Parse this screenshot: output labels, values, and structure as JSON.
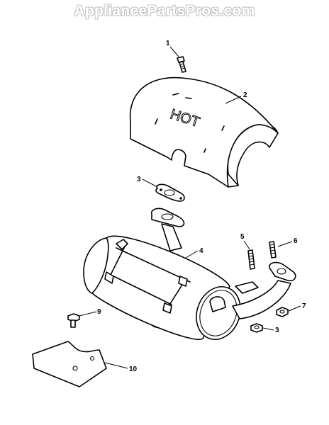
{
  "watermark": "AppliancePartsPros.com",
  "heat_shield_label": "HOT",
  "callouts": [
    {
      "id": "c1",
      "text": "1"
    },
    {
      "id": "c2",
      "text": "2"
    },
    {
      "id": "c3a",
      "text": "3"
    },
    {
      "id": "c4",
      "text": "4"
    },
    {
      "id": "c5",
      "text": "5"
    },
    {
      "id": "c6",
      "text": "6"
    },
    {
      "id": "c7",
      "text": "7"
    },
    {
      "id": "c3b",
      "text": "3"
    },
    {
      "id": "c9",
      "text": "9"
    },
    {
      "id": "c10",
      "text": "10"
    }
  ]
}
